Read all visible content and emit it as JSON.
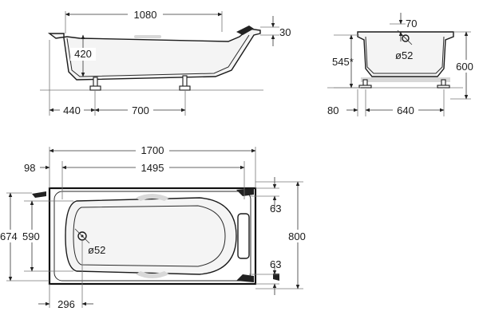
{
  "side_view": {
    "dim_inner_length": "1080",
    "dim_depth": "420",
    "dim_rim": "30",
    "dim_leg_front": "440",
    "dim_leg_span": "700"
  },
  "end_view": {
    "dim_outlet_offset": "70",
    "dim_outlet_diameter": "ø52",
    "dim_height_adjustable": "545*",
    "dim_total_height": "600",
    "dim_leg_inset": "80",
    "dim_leg_span": "640"
  },
  "plan_view": {
    "dim_total_length": "1700",
    "dim_left_offset": "98",
    "dim_inner_length": "1495",
    "dim_outer_width": "674",
    "dim_inner_width": "590",
    "dim_outlet_diameter": "ø52",
    "dim_handle_top": "63",
    "dim_handle_bottom": "63",
    "dim_total_width": "800",
    "dim_outlet_offset": "296"
  },
  "colors": {
    "line": "#1a1a1a",
    "fill": "#f4f4f4",
    "shade": "#d8d8d8"
  }
}
